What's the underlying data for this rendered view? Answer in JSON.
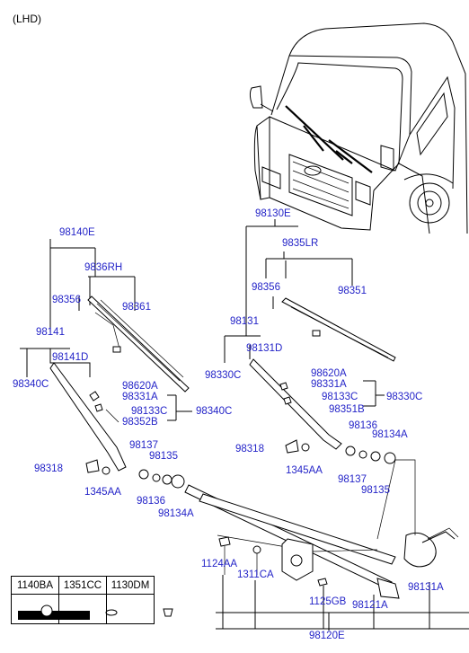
{
  "variant": "(LHD)",
  "labels": {
    "l98140E": "98140E",
    "l9836RH": "9836RH",
    "l98356a": "98356",
    "l98361": "98361",
    "l98141": "98141",
    "l98141D": "98141D",
    "l98340Ca": "98340C",
    "l98620Aa": "98620A",
    "l98331Aa": "98331A",
    "l98133Ca": "98133C",
    "l98340Cb": "98340C",
    "l98352B": "98352B",
    "l98318a": "98318",
    "l98137a": "98137",
    "l98135a": "98135",
    "l1345AAa": "1345AA",
    "l98136a": "98136",
    "l98134Aa": "98134A",
    "l98130E": "98130E",
    "l9835LR": "9835LR",
    "l98356b": "98356",
    "l98351": "98351",
    "l98131": "98131",
    "l98131D": "98131D",
    "l98330Ca": "98330C",
    "l98620Ab": "98620A",
    "l98331Ab": "98331A",
    "l98133Cb": "98133C",
    "l98330Cb": "98330C",
    "l98351B": "98351B",
    "l98136b": "98136",
    "l98134Ab": "98134A",
    "l98318b": "98318",
    "l1345AAb": "1345AA",
    "l98137b": "98137",
    "l98135b": "98135",
    "l1124AA": "1124AA",
    "l1311CA": "1311CA",
    "l1125GB": "1125GB",
    "l98121A": "98121A",
    "l98131A": "98131A",
    "l98120E": "98120E"
  },
  "hardware_table": [
    "1140BA",
    "1351CC",
    "1130DM"
  ]
}
